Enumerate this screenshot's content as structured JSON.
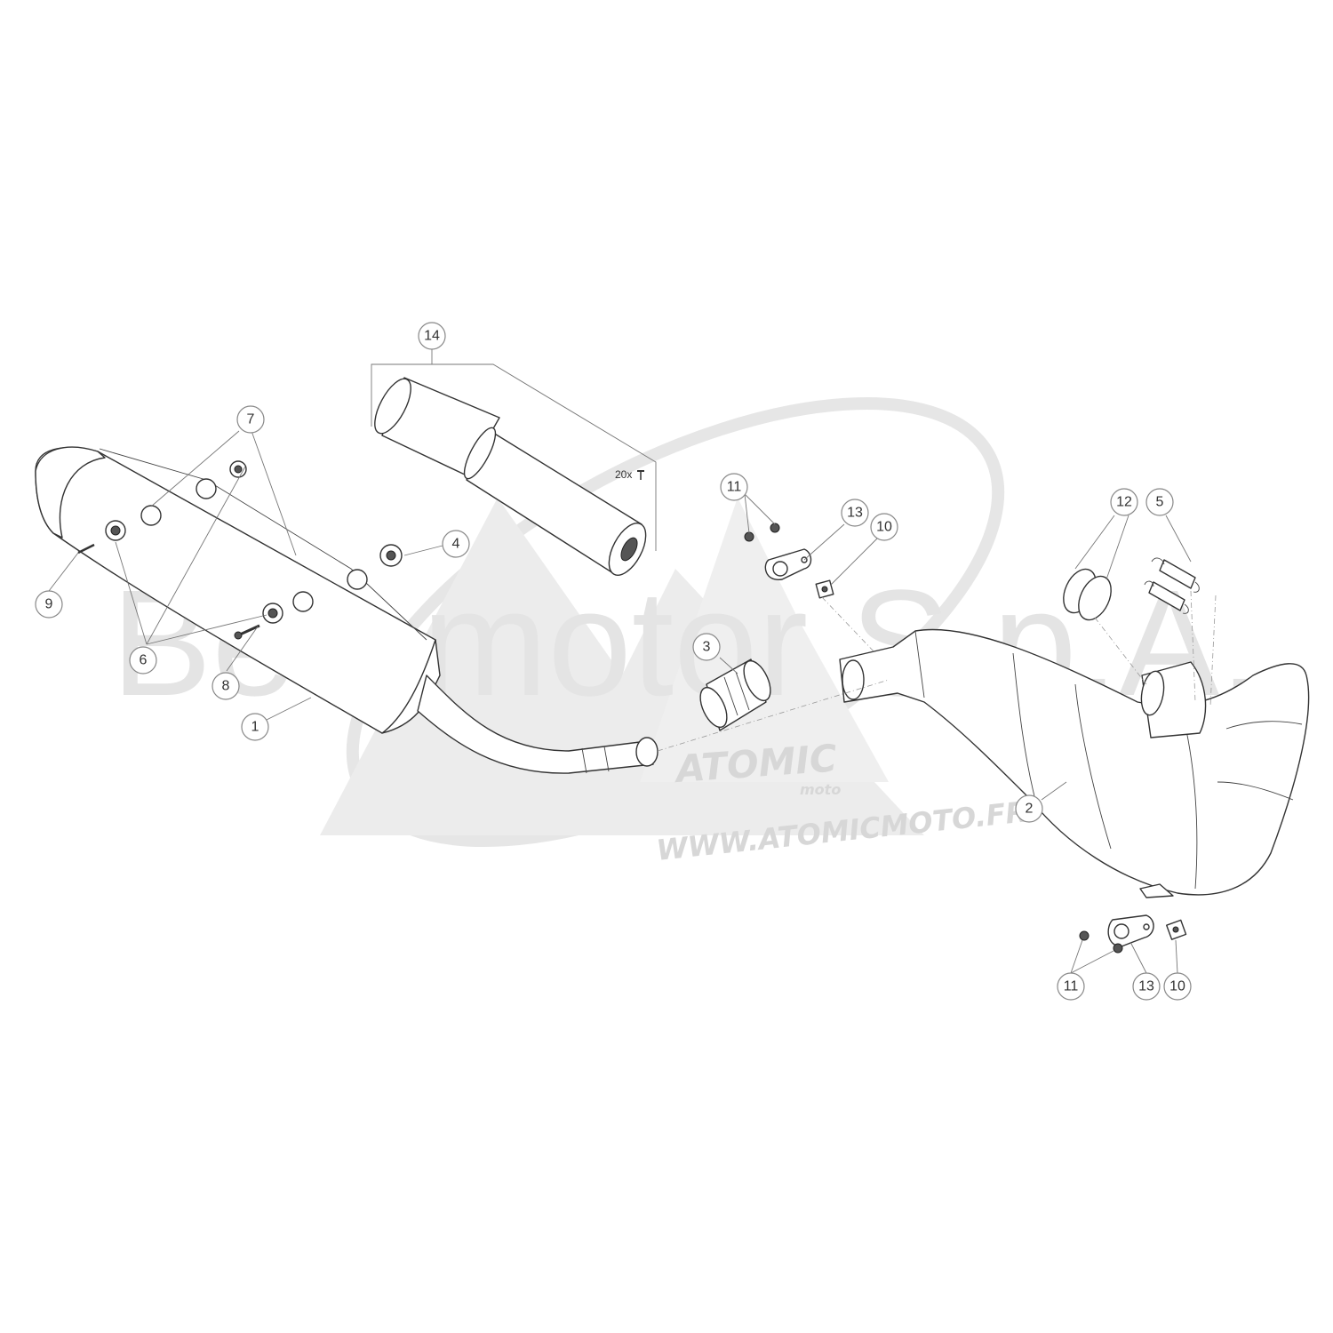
{
  "watermark": {
    "main_text": "Betamotor S.p.A.",
    "brand_logo": "ATOMIC",
    "brand_sub": "moto",
    "url": "WWW.ATOMICMOTO.FR"
  },
  "quantity_note": "20x",
  "callouts": {
    "c1": "1",
    "c2": "2",
    "c3": "3",
    "c4": "4",
    "c5": "5",
    "c6": "6",
    "c7": "7",
    "c8": "8",
    "c9": "9",
    "c10a": "10",
    "c10b": "10",
    "c11a": "11",
    "c11b": "11",
    "c12": "12",
    "c13a": "13",
    "c13b": "13",
    "c14": "14"
  }
}
